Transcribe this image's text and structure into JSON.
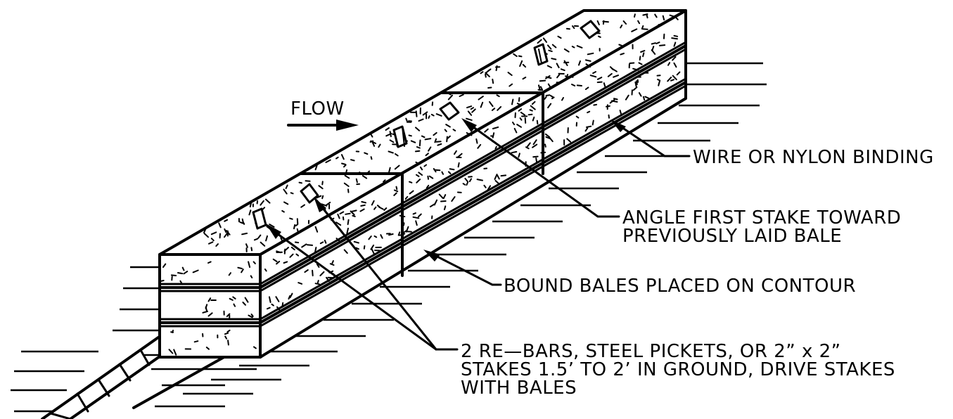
{
  "labels": {
    "flow": "FLOW",
    "binding": "WIRE OR NYLON BINDING",
    "angle_stake_line1": "ANGLE FIRST STAKE TOWARD",
    "angle_stake_line2": "PREVIOUSLY LAID BALE",
    "bound_bales": "BOUND BALES PLACED ON CONTOUR",
    "stakes_line1": "2 RE—BARS, STEEL PICKETS, OR 2” x 2”",
    "stakes_line2": "STAKES 1.5’ TO 2’ IN GROUND, DRIVE STAKES",
    "stakes_line3": "WITH BALES"
  }
}
